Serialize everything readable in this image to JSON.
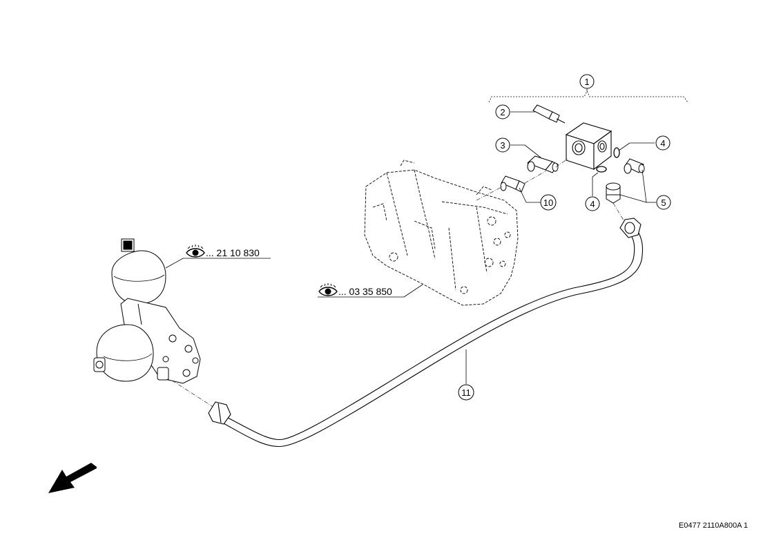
{
  "callouts": [
    {
      "id": "1",
      "label": "1"
    },
    {
      "id": "2",
      "label": "2"
    },
    {
      "id": "3",
      "label": "3"
    },
    {
      "id": "4a",
      "label": "4"
    },
    {
      "id": "4b",
      "label": "4"
    },
    {
      "id": "5",
      "label": "5"
    },
    {
      "id": "10",
      "label": "10"
    },
    {
      "id": "11",
      "label": "11"
    }
  ],
  "references": [
    {
      "id": "accumulator-ref",
      "text": "... 21 10 830",
      "icon": "eye-icon"
    },
    {
      "id": "pump-ref",
      "text": "... 03 35 850",
      "icon": "eye-icon"
    }
  ],
  "footer": {
    "code": "E0477 2110A800A 1"
  },
  "icons": {
    "direction": "direction-arrow-icon"
  }
}
